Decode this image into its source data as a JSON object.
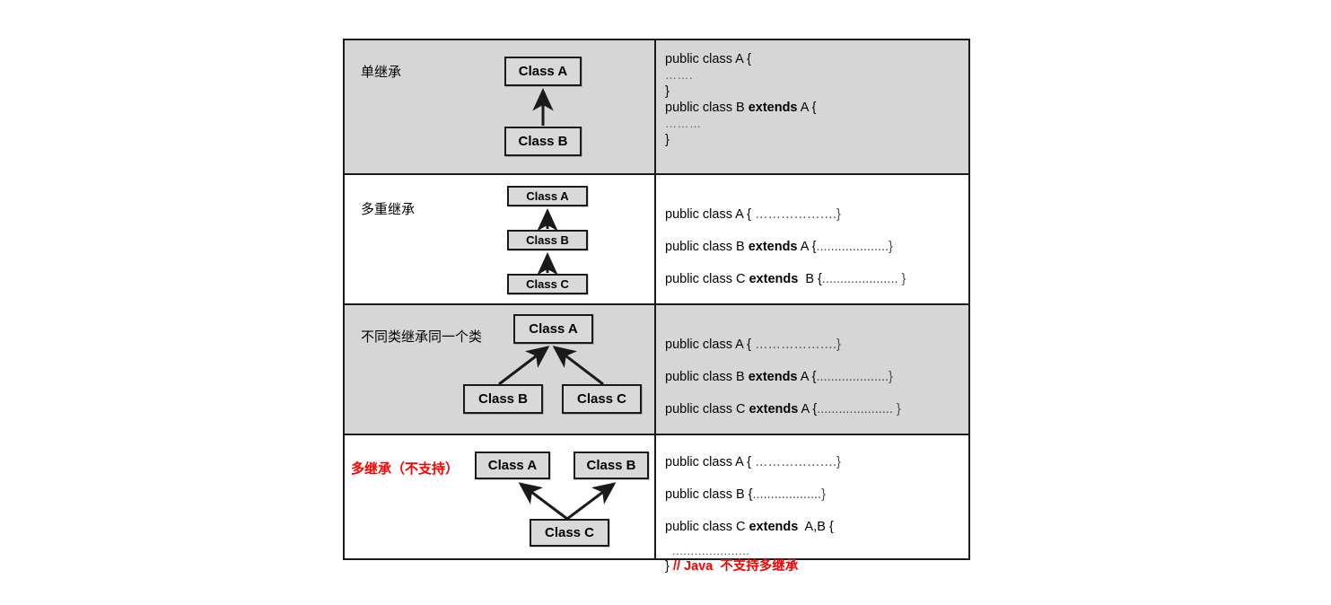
{
  "figure": {
    "title": "Java inheritance types table",
    "colors": {
      "shaded_row_bg": "#d6d6d6",
      "plain_row_bg": "#ffffff",
      "box_fill": "#d9d9d9",
      "border": "#1a1a1a",
      "warning_red": "#ff0000"
    }
  },
  "rows": [
    {
      "label": "单继承",
      "label_color": "black",
      "shaded": true,
      "boxes": [
        {
          "name": "Class A"
        },
        {
          "name": "Class B"
        }
      ],
      "code": [
        {
          "text": "public class A {"
        },
        {
          "text": "  ……."
        },
        {
          "text": "}"
        },
        {
          "text": "public class B extends A {",
          "bold_word": "extends"
        },
        {
          "text": "  ………"
        },
        {
          "text": "}"
        }
      ]
    },
    {
      "label": "多重继承",
      "label_color": "black",
      "shaded": false,
      "boxes": [
        {
          "name": "Class A"
        },
        {
          "name": "Class B"
        },
        {
          "name": "Class C"
        }
      ],
      "code": [
        {
          "text": "public class A { ……………….}"
        },
        {
          "text": "public class B extends A {....................}",
          "bold_word": "extends"
        },
        {
          "text": "public class C extends  B {..................... }",
          "bold_word": "extends"
        }
      ]
    },
    {
      "label": "不同类继承同一个类",
      "label_color": "black",
      "shaded": true,
      "boxes": [
        {
          "name": "Class A"
        },
        {
          "name": "Class B"
        },
        {
          "name": "Class C"
        }
      ],
      "code": [
        {
          "text": "public class A { ……………….}"
        },
        {
          "text": "public class B extends A {....................}",
          "bold_word": "extends"
        },
        {
          "text": "public class C extends A {..................... }",
          "bold_word": "extends"
        }
      ]
    },
    {
      "label": "多继承（不支持）",
      "label_color": "red",
      "shaded": false,
      "boxes": [
        {
          "name": "Class A"
        },
        {
          "name": "Class B"
        },
        {
          "name": "Class C"
        }
      ],
      "code": [
        {
          "text": "public class A { ……………….}"
        },
        {
          "text": "public class B {....................}"
        },
        {
          "text": "public class C extends  A,B {",
          "bold_word": "extends"
        },
        {
          "text": "    ....................."
        },
        {
          "text": "} // Java  不支持多继承"
        }
      ]
    }
  ],
  "code_text": {
    "r1l1": "public class A {",
    "r1l2": "…….",
    "r1l3": "}",
    "r1l4a": "public class B ",
    "r1l4b": "extends",
    "r1l4c": " A {",
    "r1l5": "………",
    "r1l6": "}",
    "r2l1a": "public class A { ",
    "r2l1b": "……………….}",
    "r2l2a": "public class B ",
    "r2l2b": "extends",
    "r2l2c": " A {",
    "r2l2d": "....................}",
    "r2l3a": "public class C ",
    "r2l3b": "extends",
    "r2l3c": "  B {",
    "r2l3d": "..................... }",
    "r3l1a": "public class A { ",
    "r3l1b": "……………….}",
    "r3l2a": "public class B ",
    "r3l2b": "extends",
    "r3l2c": " A {",
    "r3l2d": "....................}",
    "r3l3a": "public class C ",
    "r3l3b": "extends",
    "r3l3c": " A {",
    "r3l3d": "..................... }",
    "r4l1a": "public class A { ",
    "r4l1b": "……………….}",
    "r4l2a": "public class B {",
    "r4l2b": "...................}",
    "r4l3a": "public class C ",
    "r4l3b": "extends",
    "r4l3c": "  A,B {",
    "r4l4": ".....................",
    "r4l5a": "} ",
    "r4l5b": "// Java  不支持多继承"
  },
  "boxes_text": {
    "row1_a": "Class A",
    "row1_b": "Class B",
    "row2_a": "Class A",
    "row2_b": "Class B",
    "row2_c": "Class C",
    "row3_a": "Class A",
    "row3_b": "Class B",
    "row3_c": "Class C",
    "row4_a": "Class A",
    "row4_b": "Class B",
    "row4_c": "Class C"
  },
  "labels": {
    "row1": "单继承",
    "row2": "多重继承",
    "row3": "不同类继承同一个类",
    "row4": "多继承（不支持）"
  }
}
